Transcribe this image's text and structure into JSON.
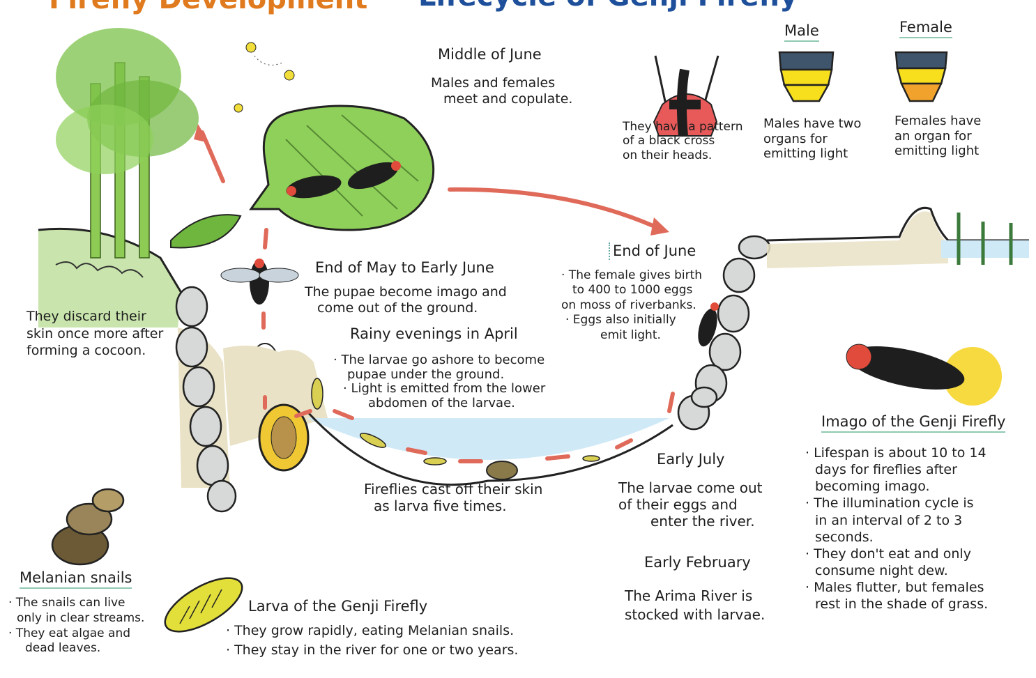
{
  "title_left": "Firefly Development",
  "title_right": "Lifecycle of Genji Firefly",
  "colors": {
    "arrow": "#e06a5a",
    "water": "#cfe9f7",
    "bamboo": "#7cc24a",
    "stone": "#d7d8d8",
    "glow": "#f6d21f",
    "soil": "#e9e2c6"
  },
  "labels": {
    "male": "Male",
    "female": "Female",
    "head_pattern": [
      "They have a pattern",
      "of a black cross",
      "on their heads."
    ],
    "male_desc": [
      "Males have two",
      "organs for",
      "emitting light"
    ],
    "female_desc": [
      "Females have",
      "an organ for",
      "emitting light"
    ]
  },
  "stages": {
    "mid_june": {
      "heading": "Middle of June",
      "lines": [
        "Males and females",
        "meet and copulate."
      ]
    },
    "end_may": {
      "heading": "End of May to Early June",
      "lines": [
        "The pupae become imago and",
        "come out of the ground."
      ]
    },
    "april": {
      "heading": "Rainy evenings in April",
      "lines": [
        "· The larvae go ashore to become",
        "pupae under the ground.",
        "· Light is emitted from the lower",
        "abdomen of the larvae."
      ]
    },
    "end_june": {
      "heading": "End of June",
      "lines": [
        "· The female gives birth",
        "to 400 to 1000 eggs",
        "on moss of riverbanks.",
        "· Eggs also initially",
        "emit light."
      ]
    },
    "early_july": {
      "heading": "Early July",
      "lines": [
        "The larvae come out",
        "of their eggs and",
        "enter the river."
      ]
    },
    "early_feb": {
      "heading": "Early February",
      "lines": [
        "The Arima River is",
        "stocked with larvae."
      ]
    },
    "cocoon": {
      "lines": [
        "They discard their",
        "skin once more after",
        "forming a cocoon."
      ]
    },
    "molt": {
      "lines": [
        "Fireflies cast off their skin",
        "as larva five times."
      ]
    }
  },
  "imago": {
    "heading": "Imago of the Genji Firefly",
    "lines": [
      "· Lifespan is about 10 to 14",
      "days for fireflies after",
      "becoming imago.",
      "· The illumination cycle is",
      "in an interval of 2 to 3",
      "seconds.",
      "· They don't eat and only",
      "consume night dew.",
      "· Males flutter, but females",
      "rest in the shade of grass."
    ]
  },
  "snails": {
    "heading": "Melanian snails",
    "lines": [
      "· The snails can live",
      "only in clear streams.",
      "· They eat algae and",
      "dead leaves."
    ]
  },
  "larva": {
    "heading": "Larva of the Genji Firefly",
    "lines": [
      "· They grow rapidly, eating Melanian snails.",
      "· They stay in the river for one or two years."
    ]
  }
}
